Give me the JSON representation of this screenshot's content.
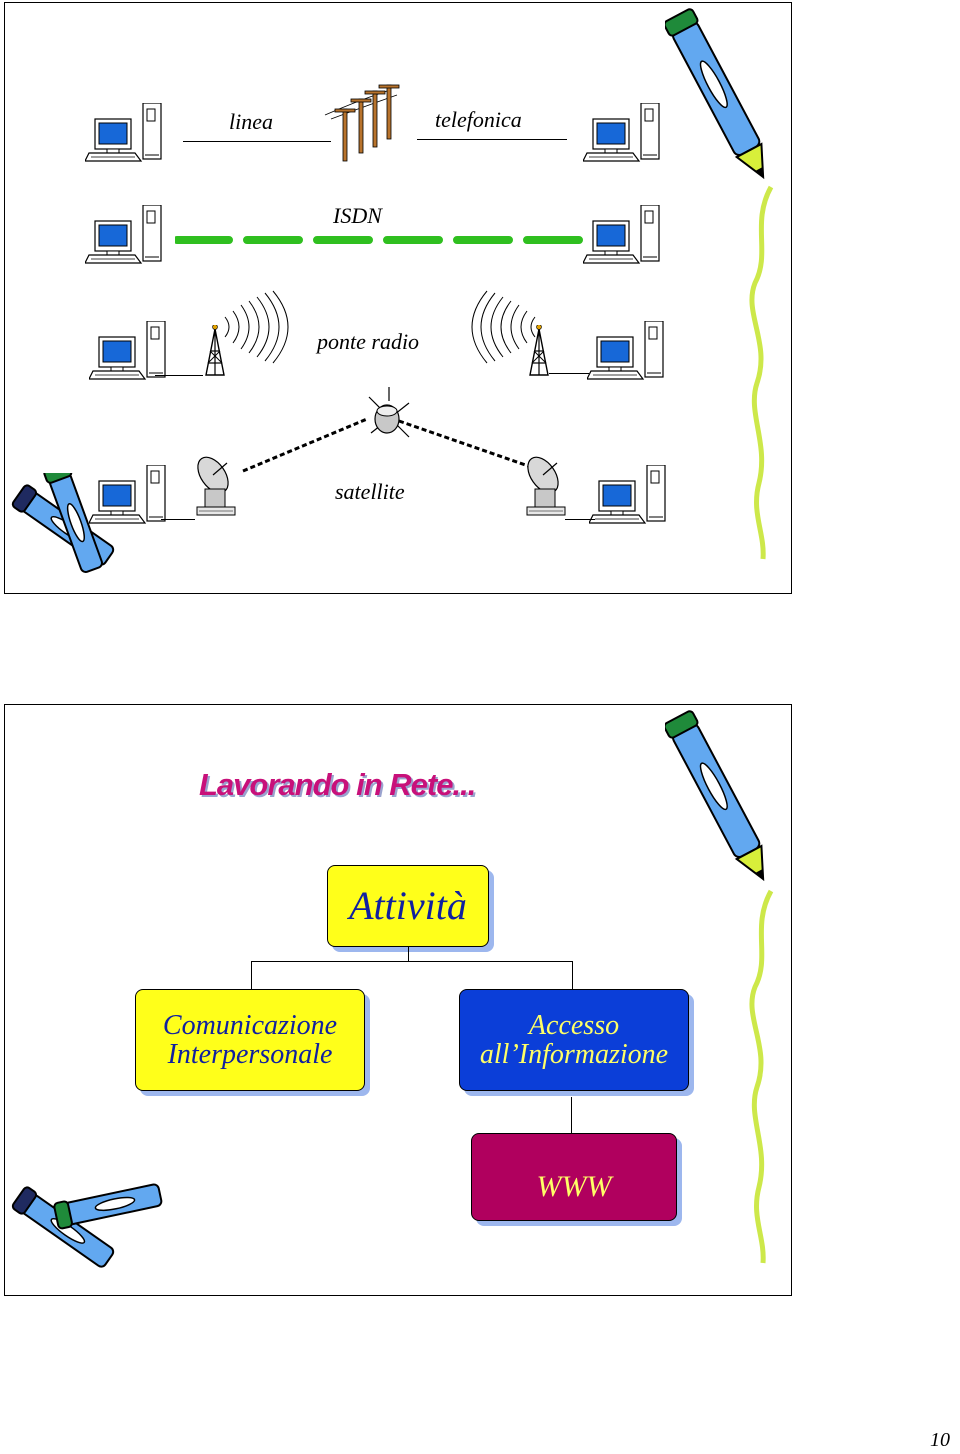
{
  "slide1": {
    "labels": {
      "linea": "linea",
      "telefonica": "telefonica",
      "isdn": "ISDN",
      "ponte_radio": "ponte radio",
      "satellite": "satellite"
    },
    "colors": {
      "isdn_line": "#2fbf1f",
      "screen": "#1768d8"
    }
  },
  "slide2": {
    "title": "Lavorando in Rete...",
    "root": "Attività",
    "branch_left": [
      "Comunicazione",
      "Interpersonale"
    ],
    "branch_right": [
      "Accesso",
      "all’Informazione"
    ],
    "leaf": "WWW",
    "colors": {
      "title": "#c8107a",
      "root_fill": "#ffff1a",
      "left_fill": "#ffff1a",
      "right_fill": "#0b3ed8",
      "leaf_fill": "#b0005e",
      "text_dark": "#1020a0",
      "text_light": "#ffff66",
      "shadow": "#9db7ee"
    }
  },
  "page_number": "10"
}
